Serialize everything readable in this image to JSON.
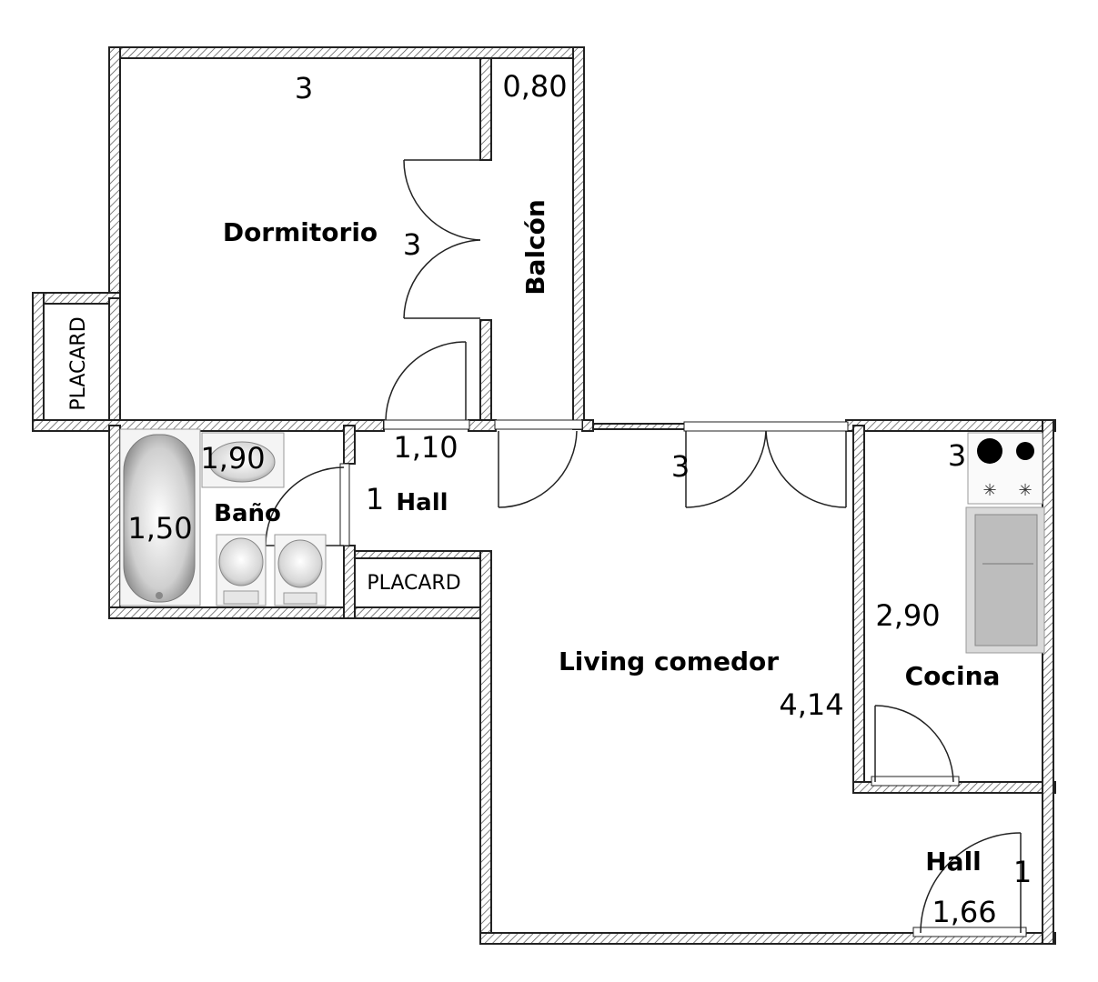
{
  "rooms": {
    "dormitorio": "Dormitorio",
    "balcon": "Balcón",
    "bano": "Baño",
    "hall_inner": "Hall",
    "living": "Living comedor",
    "cocina": "Cocina",
    "hall_entry": "Hall"
  },
  "closets": {
    "left": "PLACARD",
    "hall": "PLACARD"
  },
  "dimensions": {
    "dorm_width": "3",
    "dorm_depth": "3",
    "balcon_width": "0,80",
    "bano_width": "1,90",
    "bano_depth": "1,50",
    "hall_width": "1,10",
    "hall_depth": "1",
    "living_width": "3",
    "living_depth": "4,14",
    "cocina_width": "3",
    "cocina_depth": "2,90",
    "entry_depth": "1",
    "entry_width": "1,66"
  },
  "colors": {
    "wall_stroke": "#222222",
    "hatch": "#555555",
    "fixture_fill": "#d9d9d9",
    "background": "#ffffff"
  }
}
